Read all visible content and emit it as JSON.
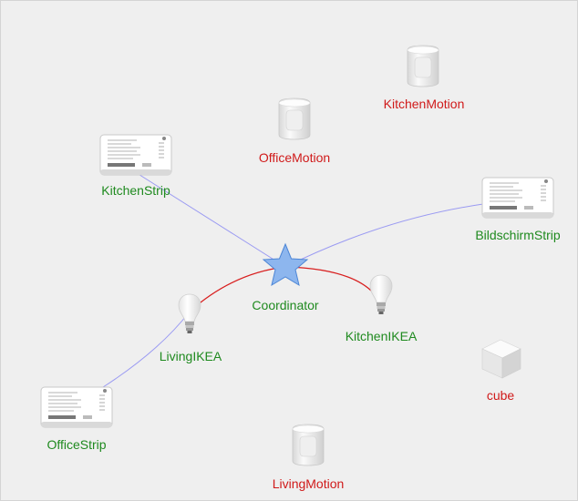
{
  "colors": {
    "background": "#efefef",
    "online_label": "#1f8a1f",
    "offline_label": "#d01a1a",
    "link_router": "#9a9af2",
    "link_enddevice": "#d81e1e",
    "coordinator_fill": "#8db6ee",
    "coordinator_stroke": "#4d86d6"
  },
  "coordinator": {
    "label": "Coordinator",
    "icon": "star-icon"
  },
  "devices": {
    "kitchen_strip": {
      "label": "KitchenStrip",
      "icon": "led-controller-icon",
      "status": "online"
    },
    "office_strip": {
      "label": "OfficeStrip",
      "icon": "led-controller-icon",
      "status": "online"
    },
    "bildschirm_strip": {
      "label": "BildschirmStrip",
      "icon": "led-controller-icon",
      "status": "online"
    },
    "living_ikea": {
      "label": "LivingIKEA",
      "icon": "bulb-icon",
      "status": "online"
    },
    "kitchen_ikea": {
      "label": "KitchenIKEA",
      "icon": "bulb-icon",
      "status": "online"
    },
    "office_motion": {
      "label": "OfficeMotion",
      "icon": "motion-sensor-icon",
      "status": "offline"
    },
    "kitchen_motion": {
      "label": "KitchenMotion",
      "icon": "motion-sensor-icon",
      "status": "offline"
    },
    "living_motion": {
      "label": "LivingMotion",
      "icon": "motion-sensor-icon",
      "status": "offline"
    },
    "cube": {
      "label": "cube",
      "icon": "cube-icon",
      "status": "offline"
    }
  }
}
